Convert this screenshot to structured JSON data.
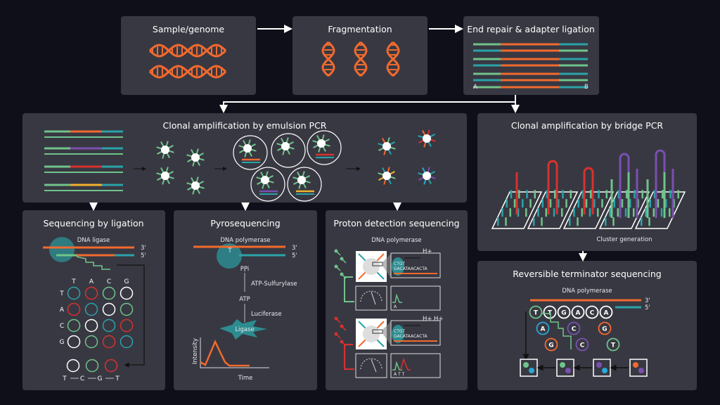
{
  "colors": {
    "background": "#0f0f1a",
    "panel": "#383842",
    "orange": "#f26a2e",
    "teal": "#2aa3a8",
    "green": "#6fc48a",
    "purple": "#7b4fb0",
    "red": "#d8312f",
    "yellow": "#f1b12c",
    "blue": "#2aa8d8",
    "white": "#ffffff"
  },
  "sample": {
    "title": "Sample/genome"
  },
  "fragmentation": {
    "title": "Fragmentation"
  },
  "end_repair": {
    "title": "End repair & adapter ligation",
    "label_a": "A",
    "label_b": "B"
  },
  "emulsion": {
    "title": "Clonal amplification by emulsion PCR"
  },
  "bridge": {
    "title": "Clonal amplification by bridge PCR",
    "caption": "Cluster generation"
  },
  "ligation": {
    "title": "Sequencing by ligation",
    "enzyme": "DNA ligase",
    "end3": "3'",
    "end5": "5'",
    "columns": [
      "T",
      "A",
      "C",
      "G"
    ],
    "rows": [
      "T",
      "A",
      "C",
      "G"
    ],
    "matrix": [
      [
        "teal",
        "red",
        "green",
        "white"
      ],
      [
        "red",
        "teal",
        "white",
        "green"
      ],
      [
        "green",
        "white",
        "teal",
        "red"
      ],
      [
        "white",
        "green",
        "red",
        "teal"
      ]
    ],
    "result_circles": [
      "white",
      "green",
      "red"
    ],
    "result_seq": [
      "T",
      "C",
      "G",
      "T"
    ]
  },
  "pyro": {
    "title": "Pyrosequencing",
    "enzyme": "DNA polymerase",
    "end3": "3'",
    "end5": "5'",
    "base": "T",
    "ppi": "PPi",
    "step1": "ATP-Sulfurylase",
    "atp": "ATP",
    "step2": "Luciferase",
    "burst": "Ligase",
    "ylabel": "Intensity",
    "xlabel": "Time"
  },
  "proton": {
    "title": "Proton detection sequencing",
    "enzyme": "DNA polymerase",
    "hplus": "H+",
    "template_top": "CTGT",
    "template_bottom": "GACATAACACTA",
    "peak1": "A",
    "peak2_labels": "A T  T"
  },
  "reversible": {
    "title": "Reversible terminator sequencing",
    "enzyme": "DNA polymerase",
    "end3": "3'",
    "end5": "5'",
    "row1": [
      {
        "b": "T",
        "c": "green"
      },
      {
        "b": "T",
        "c": "white"
      },
      {
        "b": "G",
        "c": "white"
      },
      {
        "b": "A",
        "c": "white"
      },
      {
        "b": "C",
        "c": "white"
      },
      {
        "b": "A",
        "c": "white"
      }
    ],
    "row2": [
      {
        "b": "A",
        "c": "blue"
      },
      {
        "b": "C",
        "c": "purple"
      },
      {
        "b": "G",
        "c": "orange"
      }
    ],
    "row3": [
      {
        "b": "G",
        "c": "orange"
      },
      {
        "b": "C",
        "c": "purple"
      },
      {
        "b": "T",
        "c": "green"
      }
    ],
    "boxes": [
      [
        "green",
        "blue"
      ],
      [
        "green",
        "purple"
      ],
      [
        "purple",
        "blue"
      ],
      [
        "orange",
        "purple"
      ]
    ]
  }
}
